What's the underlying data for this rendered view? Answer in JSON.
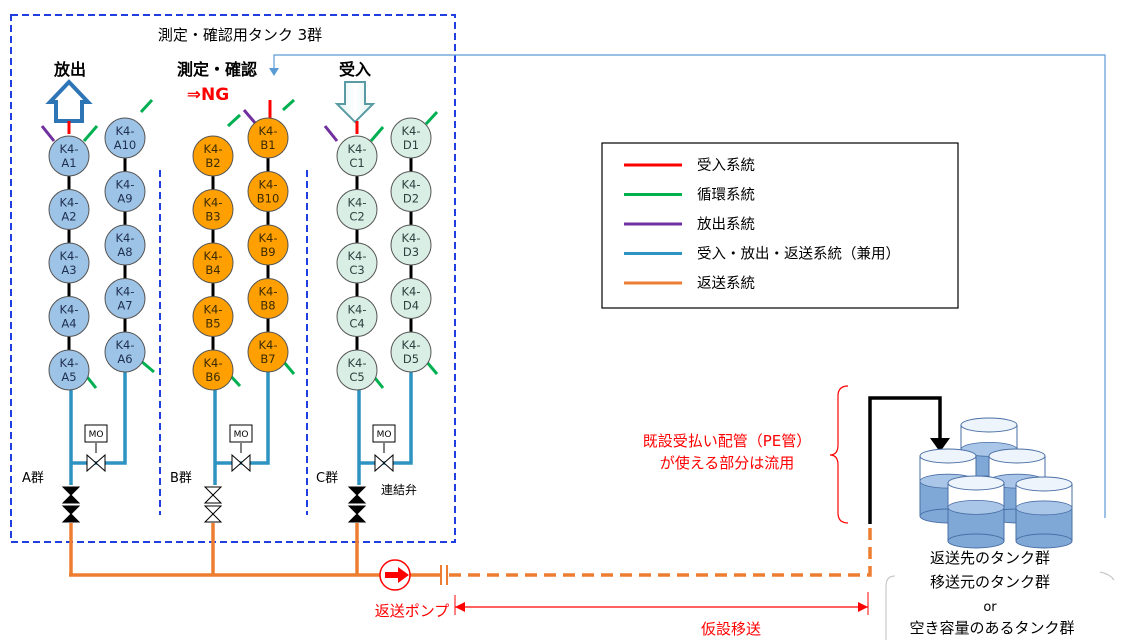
{
  "title": "測定・確認用タンク 3群",
  "columns": [
    {
      "label": "放出",
      "color": "#000000"
    },
    {
      "label": "測定・確認",
      "color": "#000000"
    },
    {
      "label": "⇒NG",
      "color": "#ff0000"
    },
    {
      "label": "受入",
      "color": "#000000"
    }
  ],
  "tanks": {
    "A_left": [
      "K4-|A1",
      "K4-|A2",
      "K4-|A3",
      "K4-|A4",
      "K4-|A5"
    ],
    "A_right": [
      "K4-|A10",
      "K4-|A9",
      "K4-|A8",
      "K4-|A7",
      "K4-|A6"
    ],
    "B_left": [
      "K4-|B2",
      "K4-|B3",
      "K4-|B4",
      "K4-|B5",
      "K4-|B6"
    ],
    "B_right": [
      "K4-|B1",
      "K4-|B10",
      "K4-|B9",
      "K4-|B8",
      "K4-|B7"
    ],
    "C_left": [
      "K4-|C1",
      "K4-|C2",
      "K4-|C3",
      "K4-|C4",
      "K4-|C5"
    ],
    "C_right": [
      "K4-|D1",
      "K4-|D2",
      "K4-|D3",
      "K4-|D4",
      "K4-|D5"
    ]
  },
  "tank_colors": {
    "A": "#9dc3e6",
    "B": "#ffa000",
    "C": "#d9efe5"
  },
  "group_labels": [
    "A群",
    "B群",
    "C群"
  ],
  "mo_label": "MO",
  "valve_label": "連結弁",
  "legend": [
    {
      "label": "受入系統",
      "color": "#ff0000"
    },
    {
      "label": "循環系統",
      "color": "#00b050"
    },
    {
      "label": "放出系統",
      "color": "#7030a0"
    },
    {
      "label": "受入・放出・返送系統（兼用）",
      "color": "#2e93c1"
    },
    {
      "label": "返送系統",
      "color": "#ed7d31"
    }
  ],
  "existing_pipe_note": [
    "既設受払い配管（PE管）",
    "が使える部分は流用"
  ],
  "pump_label": "返送ポンプ",
  "temp_transfer_label": "仮設移送",
  "destination_labels": [
    "返送先のタンク群",
    "移送元のタンク群",
    "or",
    "空き容量のあるタンク群"
  ]
}
